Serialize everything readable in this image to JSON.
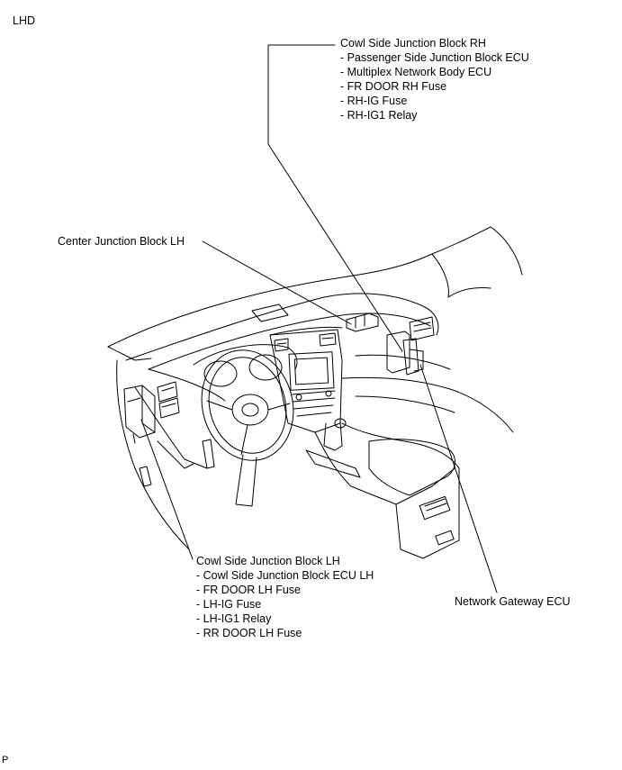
{
  "corner_label": "LHD",
  "footer_mark": "P",
  "callouts": {
    "cowl_rh": {
      "title": "Cowl Side Junction Block RH",
      "items": [
        "Passenger Side Junction Block ECU",
        "Multiplex Network Body ECU",
        "FR DOOR RH Fuse",
        "RH-IG Fuse",
        "RH-IG1 Relay"
      ]
    },
    "center_lh": {
      "title": "Center Junction Block LH"
    },
    "cowl_lh": {
      "title": "Cowl Side Junction Block LH",
      "items": [
        "Cowl Side Junction Block ECU LH",
        "FR DOOR LH Fuse",
        "LH-IG Fuse",
        "LH-IG1 Relay",
        "RR DOOR LH Fuse"
      ]
    },
    "gateway": {
      "title": "Network Gateway ECU"
    }
  },
  "colors": {
    "line": "#000000",
    "background": "#ffffff"
  }
}
